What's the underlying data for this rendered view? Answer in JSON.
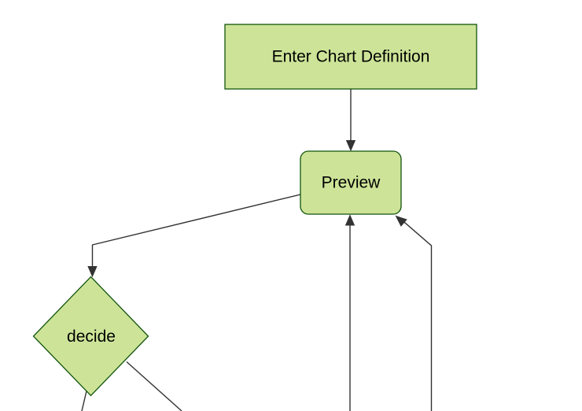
{
  "diagram": {
    "type": "flowchart",
    "orientation": "top-down",
    "background": "#ffffff",
    "palette": {
      "node_fill": "#cde498",
      "node_border": "#13540c",
      "edge_line": "#333333",
      "arrowhead": "#333333",
      "label_text": "#000000"
    },
    "nodes": [
      {
        "id": "enter_chart_definition",
        "shape": "rectangle",
        "label": "Enter Chart Definition"
      },
      {
        "id": "preview",
        "shape": "rounded-rectangle",
        "label": "Preview"
      },
      {
        "id": "decide",
        "shape": "diamond",
        "label": "decide"
      }
    ],
    "edges": [
      {
        "from": "enter_chart_definition",
        "to": "preview",
        "arrowhead": true
      },
      {
        "from": "preview",
        "to": "decide",
        "arrowhead": true
      },
      {
        "from": "offscreen_bottom",
        "to": "preview",
        "arrowhead": true
      },
      {
        "from": "offscreen_bottom_right",
        "to": "preview",
        "arrowhead": true
      },
      {
        "from": "decide",
        "to": "offscreen_bottom",
        "arrowhead": false
      },
      {
        "from": "decide",
        "to": "offscreen_bottom_right",
        "arrowhead": false
      }
    ]
  }
}
